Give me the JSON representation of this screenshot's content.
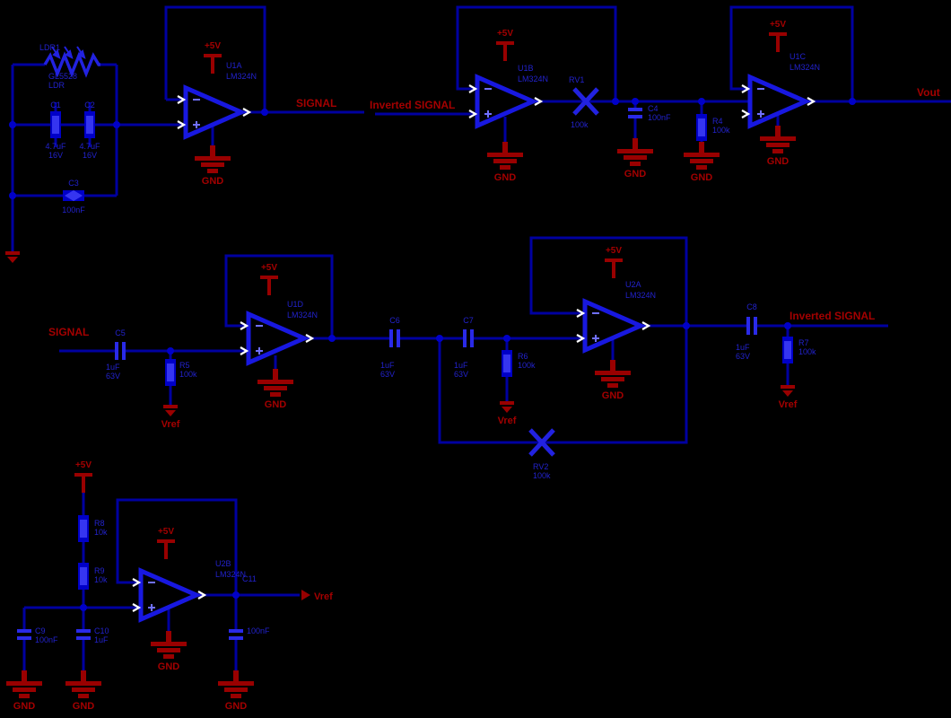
{
  "nets": {
    "signal": "SIGNAL",
    "inverted_signal": "Inverted SIGNAL",
    "vout": "Vout",
    "vref": "Vref",
    "gnd": "GND",
    "vcc": "+5V"
  },
  "colors": {
    "background": "#000000",
    "wire": "#0000A0",
    "component": "#2222E0",
    "blue_text": "#2222CC",
    "red_symbol": "#990000",
    "red_text": "#A30000",
    "pin_marker": "#FFFFFF"
  },
  "components": {
    "ldr1": {
      "ref": "LDR1",
      "value": "GL5528",
      "value2": "LDR"
    },
    "c1": {
      "ref": "C1",
      "value": "4.7uF",
      "value2": "16V"
    },
    "c2": {
      "ref": "C2",
      "value": "4.7uF",
      "value2": "16V"
    },
    "c3": {
      "ref": "C3",
      "value": "100nF"
    },
    "u1a": {
      "ref": "U1A",
      "part": "LM324N"
    },
    "u1b": {
      "ref": "U1B",
      "part": "LM324N"
    },
    "u1c": {
      "ref": "U1C",
      "part": "LM324N"
    },
    "u1d": {
      "ref": "U1D",
      "part": "LM324N"
    },
    "u2a": {
      "ref": "U2A",
      "part": "LM324N"
    },
    "u2b": {
      "ref": "U2B",
      "part": "LM324N"
    },
    "rv1": {
      "ref": "RV1",
      "value": "100k"
    },
    "rv2": {
      "ref": "RV2",
      "value": "100k"
    },
    "c4": {
      "ref": "C4",
      "value": "100nF"
    },
    "r4": {
      "ref": "R4",
      "value": "100k"
    },
    "c5": {
      "ref": "C5",
      "value": "1uF",
      "value2": "63V"
    },
    "r5": {
      "ref": "R5",
      "value": "100k"
    },
    "c6": {
      "ref": "C6",
      "value": "1uF",
      "value2": "63V"
    },
    "c7": {
      "ref": "C7",
      "value": "1uF",
      "value2": "63V"
    },
    "r6": {
      "ref": "R6",
      "value": "100k"
    },
    "c8": {
      "ref": "C8",
      "value": "1uF",
      "value2": "63V"
    },
    "r7": {
      "ref": "R7",
      "value": "100k"
    },
    "r8": {
      "ref": "R8",
      "value": "10k"
    },
    "r9": {
      "ref": "R9",
      "value": "10k"
    },
    "c9": {
      "ref": "C9",
      "value": "100nF"
    },
    "c10": {
      "ref": "C10",
      "value": "1uF"
    },
    "c11": {
      "ref": "C11",
      "value": "100nF"
    }
  }
}
